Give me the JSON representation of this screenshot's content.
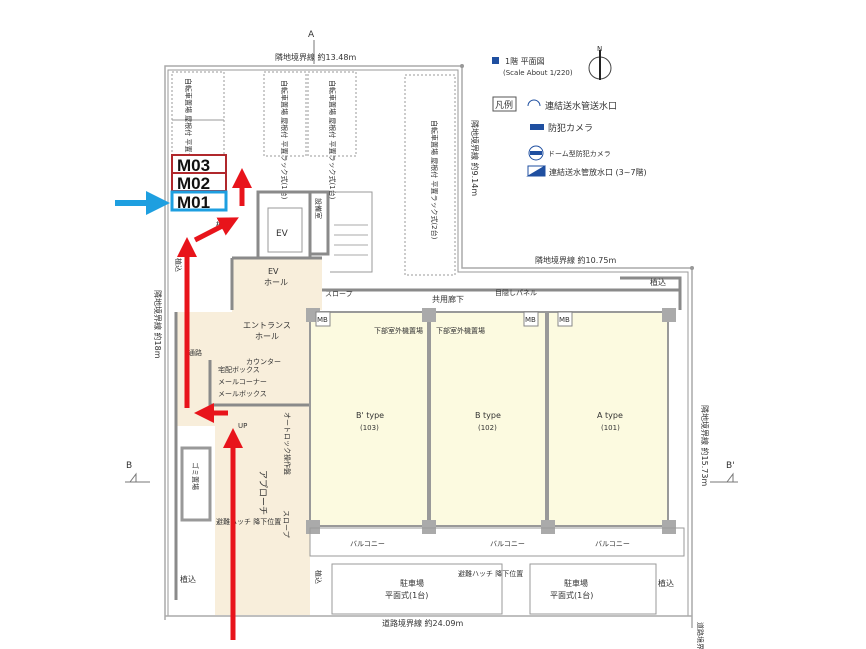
{
  "compass": {
    "section_a": "A",
    "section_b": "B",
    "section_b_prime": "B'",
    "north": "N"
  },
  "boundaries": {
    "top": "隣地境界線 約13.48m",
    "right_upper": "隣地境界線 約9.14m",
    "step": "隣地境界線 約10.75m",
    "right": "隣地境界線 約15.73m",
    "left": "隣地境界線 約18m",
    "bottom": "道路境界線 約24.09m",
    "bottom_right": "道路境界"
  },
  "legend": {
    "title": "1階 平面図",
    "scale": "(Scale About 1/220)",
    "heading": "凡例",
    "items": [
      {
        "label": "連結送水管送水口",
        "icon": "water-inlet-icon"
      },
      {
        "label": "防犯カメラ",
        "icon": "camera-icon"
      },
      {
        "label": "ドーム型防犯カメラ",
        "icon": "dome-camera-icon"
      },
      {
        "label": "連結送水管放水口 (3~7階)",
        "icon": "water-outlet-icon"
      }
    ],
    "colors": {
      "legend_blue": "#1f4fa0"
    }
  },
  "rooms": {
    "bike_left": "自転車置場 屋根付 平置ラック式 (○台)",
    "bike_mid1": "自転車置場 屋根付 平置ラック式(1台)",
    "bike_mid2": "自転車置場 屋根付 平置ラック式(1台)",
    "bike_right": "自転車置場 屋根付 平置ラック式(2台)",
    "ev": "EV",
    "ev_hall_1": "EV",
    "ev_hall_2": "ホール",
    "equipment": "設備室",
    "planting": "植込",
    "slope": "スロープ",
    "corridor": "共用廊下",
    "mb": "MB",
    "entrance_1": "エントランス",
    "entrance_2": "ホール",
    "counter": "カウンター",
    "delivery_box": "宅配ボックス",
    "mail_corner": "メールコーナー",
    "mail_box": "メールボックス",
    "up": "UP",
    "approach": "アプローチ",
    "passage": "通路",
    "trash": "ゴミ置場",
    "autolock": "オートロック操作盤",
    "evac_hatch": "避難ハッチ 降下位置",
    "outdoor_unit": "下部室外機置場",
    "evac_panel": "目隠しパネル",
    "balcony": "バルコニー",
    "parking_1": "駐車場",
    "parking_2": "平面式(1台)"
  },
  "units": [
    {
      "type": "B' type",
      "number": "(103)"
    },
    {
      "type": "B type",
      "number": "(102)"
    },
    {
      "type": "A type",
      "number": "(101)"
    }
  ],
  "markers": [
    {
      "label": "M03",
      "color": "#b0282c"
    },
    {
      "label": "M02",
      "color": "#b0282c"
    },
    {
      "label": "M01",
      "color": "#1e9fe0"
    }
  ],
  "route_color": "#e8141b"
}
